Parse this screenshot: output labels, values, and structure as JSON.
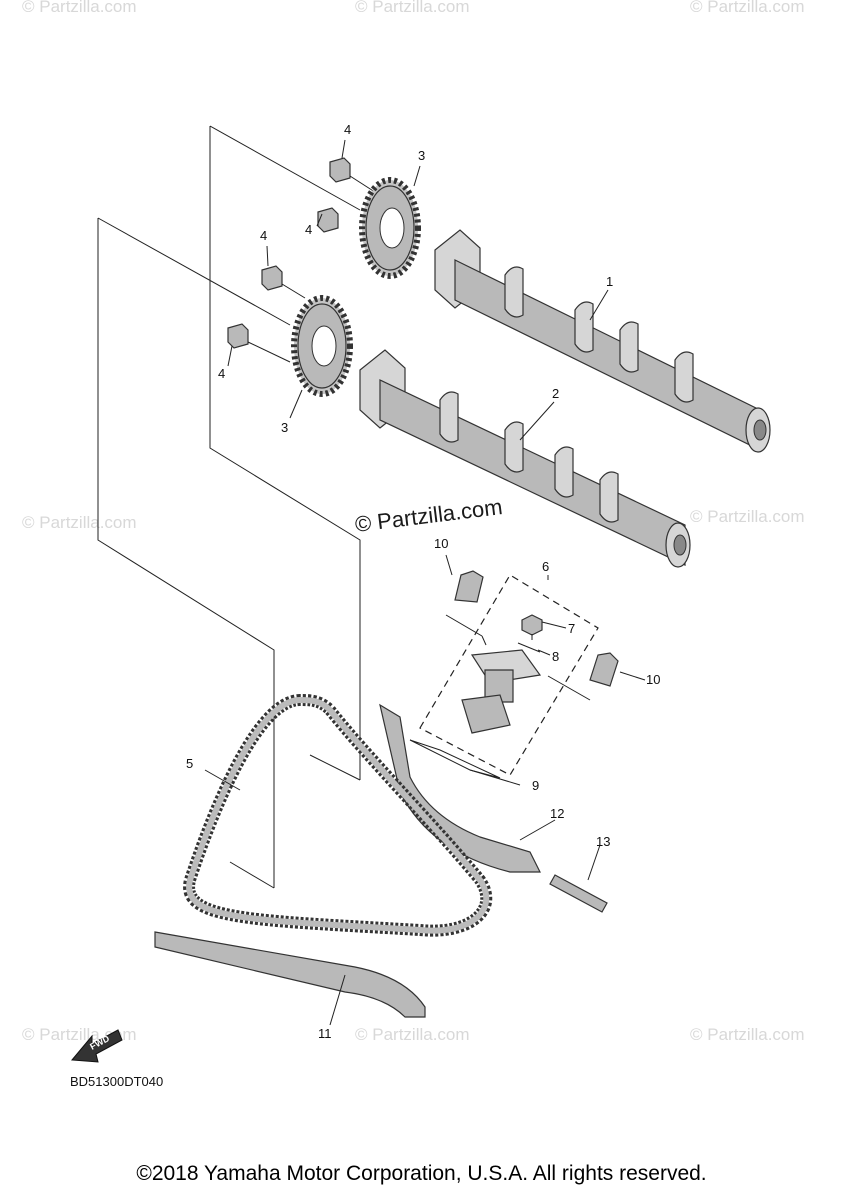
{
  "watermarks": {
    "brand": "© Partzilla.com",
    "faint": "© Partzilla.com"
  },
  "callouts": {
    "c1": "1",
    "c2": "2",
    "c3a": "3",
    "c3b": "3",
    "c4a": "4",
    "c4b": "4",
    "c4c": "4",
    "c4d": "4",
    "c5": "5",
    "c6": "6",
    "c7": "7",
    "c8": "8",
    "c9": "9",
    "c10a": "10",
    "c10b": "10",
    "c11": "11",
    "c12": "12",
    "c13": "13"
  },
  "fwd_label": "FWD",
  "diagram_code": "BD51300DT040",
  "copyright": "©2018 Yamaha Motor Corporation, U.S.A. All rights reserved."
}
